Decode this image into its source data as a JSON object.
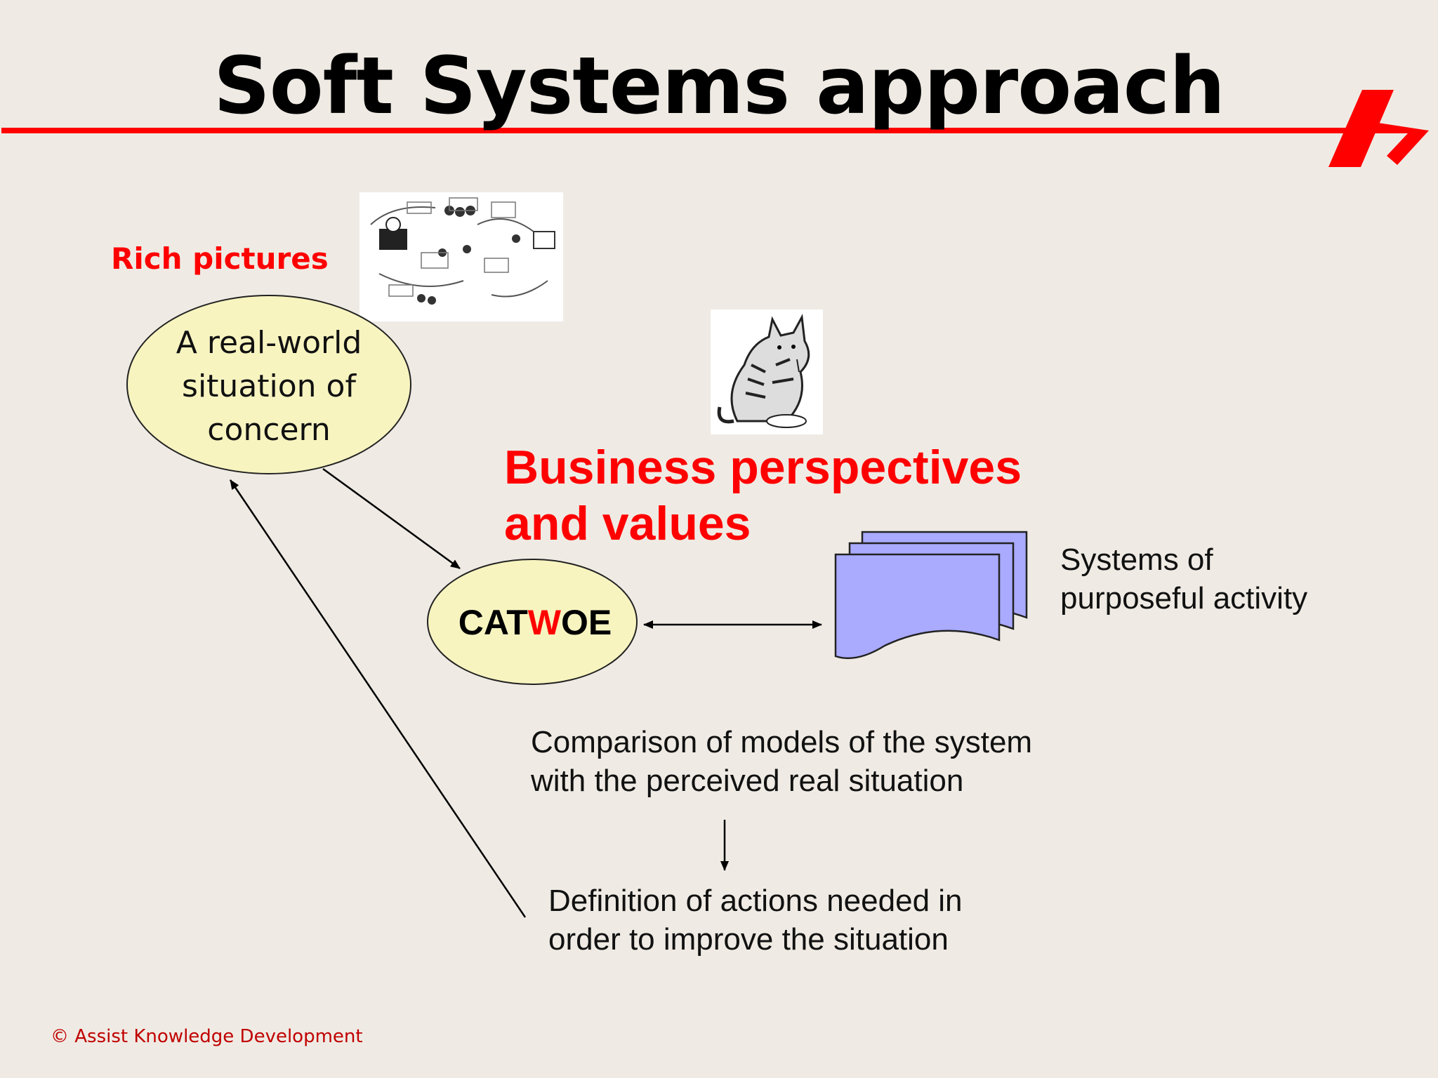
{
  "slide": {
    "title": "Soft Systems approach",
    "rich_pictures_label": "Rich pictures",
    "situation_ellipse": {
      "lines": [
        "A real-world",
        "situation of",
        "concern"
      ]
    },
    "business_heading": {
      "lines": [
        "Business perspectives",
        "and values"
      ]
    },
    "catwoe": {
      "prefix": "CAT",
      "highlight": "W",
      "suffix": "OE"
    },
    "systems_label": {
      "lines": [
        "Systems of",
        "purposeful activity"
      ]
    },
    "comparison_text": {
      "lines": [
        "Comparison of models of the system",
        "with the perceived real situation"
      ]
    },
    "definition_text": {
      "lines": [
        "Definition of actions needed in",
        "order to improve the situation"
      ]
    },
    "copyright": "© Assist Knowledge Development"
  },
  "colors": {
    "background": "#efebe4",
    "accent_red": "#ff0000",
    "ellipse_fill": "#f7f4c0",
    "document_fill": "#aaaaff"
  },
  "icons": {
    "logo": "red-arrow-logo-icon",
    "rich_picture": "rich-picture-sketch-image",
    "cat": "cat-drinking-illustration",
    "documents": "stacked-documents-icon"
  }
}
